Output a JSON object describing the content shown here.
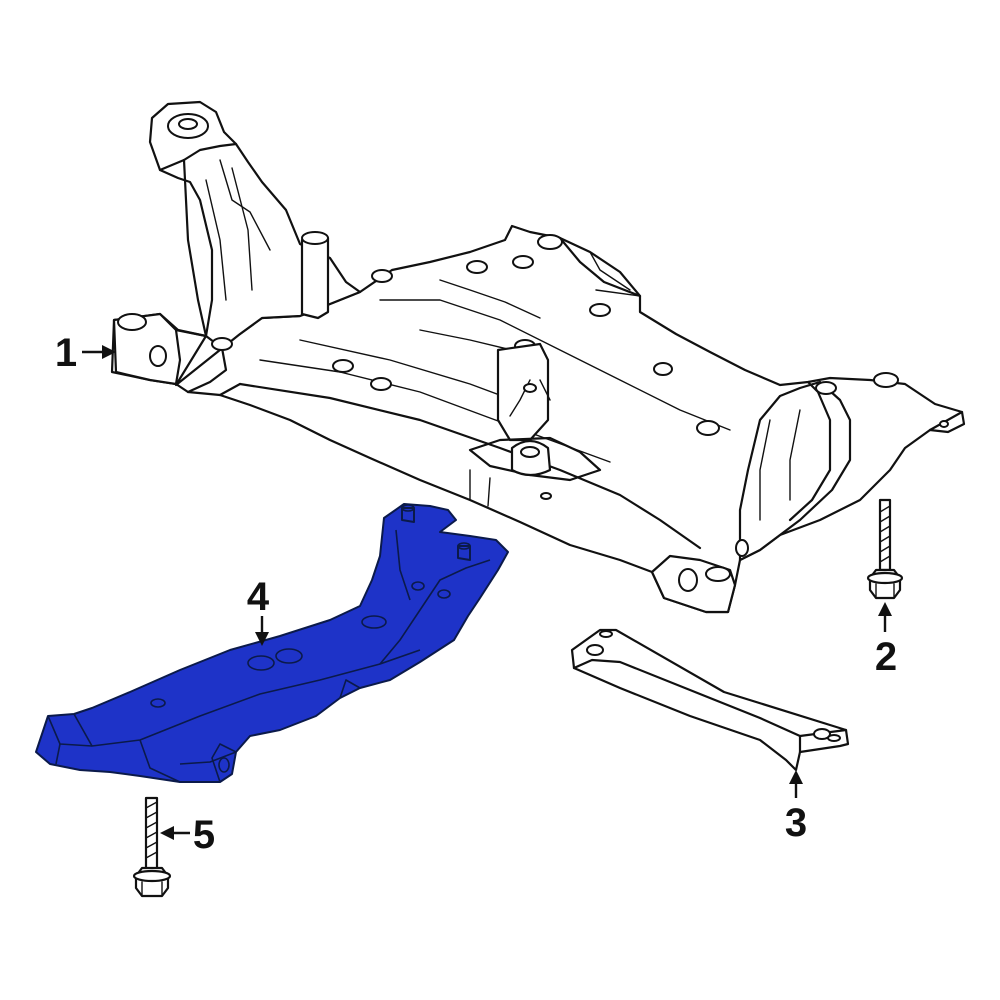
{
  "diagram": {
    "highlight_color": "#1e33c8",
    "line_color": "#111111",
    "callouts": [
      {
        "id": "1",
        "label": "1"
      },
      {
        "id": "2",
        "label": "2"
      },
      {
        "id": "3",
        "label": "3"
      },
      {
        "id": "4",
        "label": "4"
      },
      {
        "id": "5",
        "label": "5"
      }
    ],
    "parts": [
      {
        "callout": "1",
        "icon": "subframe-icon"
      },
      {
        "callout": "2",
        "icon": "bolt-icon"
      },
      {
        "callout": "3",
        "icon": "brace-bar-icon"
      },
      {
        "callout": "4",
        "icon": "splash-shield-icon",
        "highlighted": true
      },
      {
        "callout": "5",
        "icon": "bolt-icon"
      }
    ]
  }
}
